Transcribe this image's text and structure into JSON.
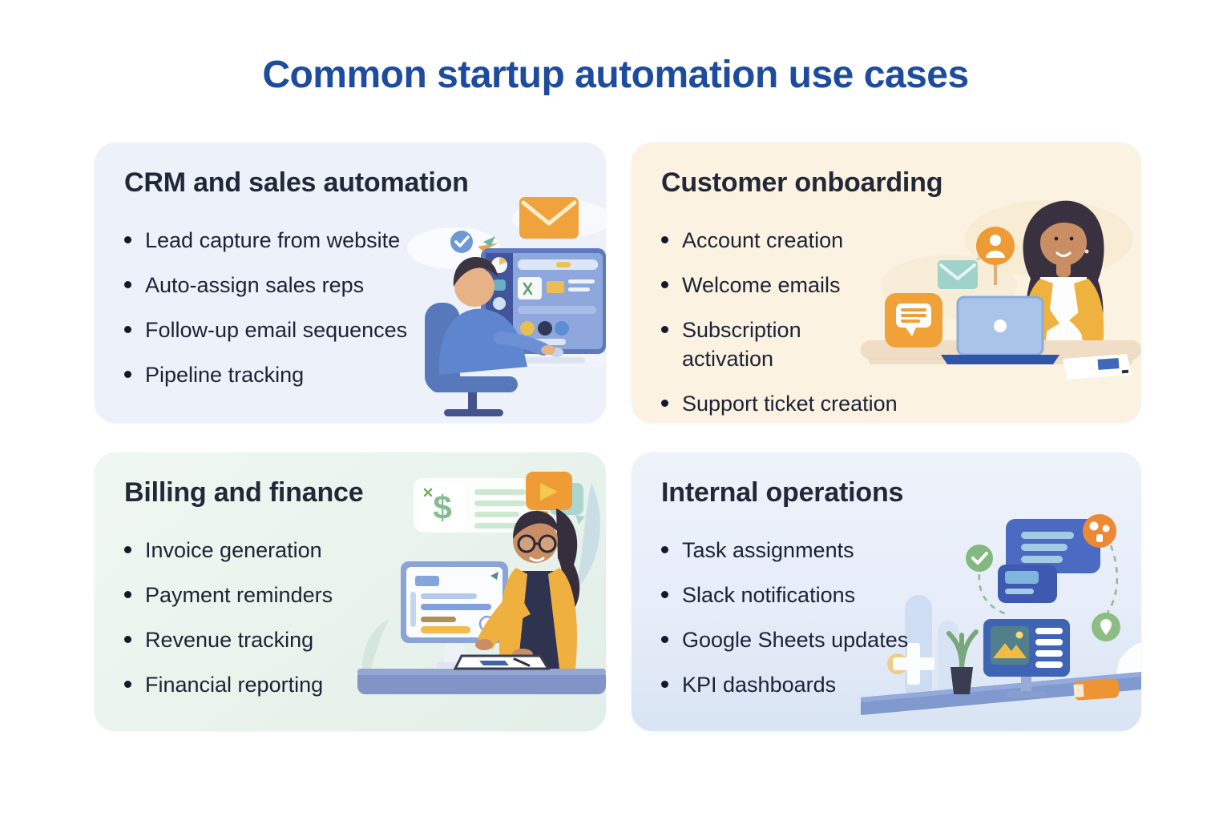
{
  "title": "Common startup automation use cases",
  "cards": [
    {
      "id": "crm-sales-automation",
      "title": "CRM and sales automation",
      "items": [
        "Lead capture from website",
        "Auto-assign sales reps",
        "Follow-up email sequences",
        "Pipeline tracking"
      ]
    },
    {
      "id": "customer-onboarding",
      "title": "Customer onboarding",
      "items": [
        "Account creation",
        "Welcome emails",
        "Subscription activation",
        "Support ticket creation"
      ]
    },
    {
      "id": "billing-and-finance",
      "title": "Billing and finance",
      "items": [
        "Invoice generation",
        "Payment reminders",
        "Revenue tracking",
        "Financial reporting"
      ]
    },
    {
      "id": "internal-operations",
      "title": "Internal operations",
      "items": [
        "Task assignments",
        "Slack notifications",
        "Google Sheets updates",
        "KPI dashboards"
      ]
    }
  ],
  "icons": {
    "dollar_glyph": "$"
  },
  "colors": {
    "title_text": "#1d4c9e",
    "heading_text": "#232838",
    "body_text": "#1d2235",
    "card_crm_bg": "#edf1fa",
    "card_onboarding_bg": "#fbf2e1",
    "card_billing_bg": "#ecf5ee",
    "card_internal_bg": "#eaeffa",
    "accent_orange": "#f0a23c",
    "accent_teal": "#9ed2cb",
    "accent_green": "#85bb80",
    "accent_blue": "#4b6ac2",
    "accent_yellow": "#f0b441"
  }
}
